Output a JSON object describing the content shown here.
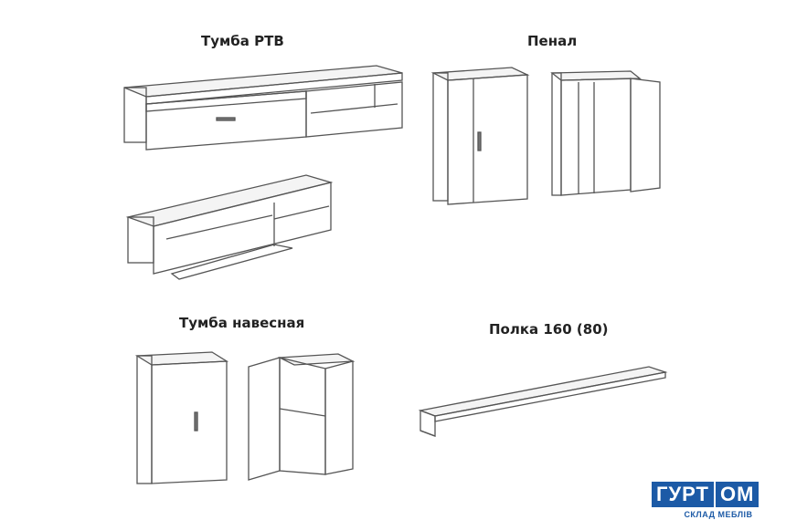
{
  "titles": {
    "tv_stand": "Тумба РТВ",
    "pencil_case": "Пенал",
    "wall_cabinet": "Тумба навесная",
    "shelf": "Полка 160 (80)"
  },
  "logo": {
    "part1": "ГУРТ",
    "part2": "ОМ",
    "subtitle": "СКЛАД МЕБЛІВ",
    "color": "#1c5aa6"
  }
}
